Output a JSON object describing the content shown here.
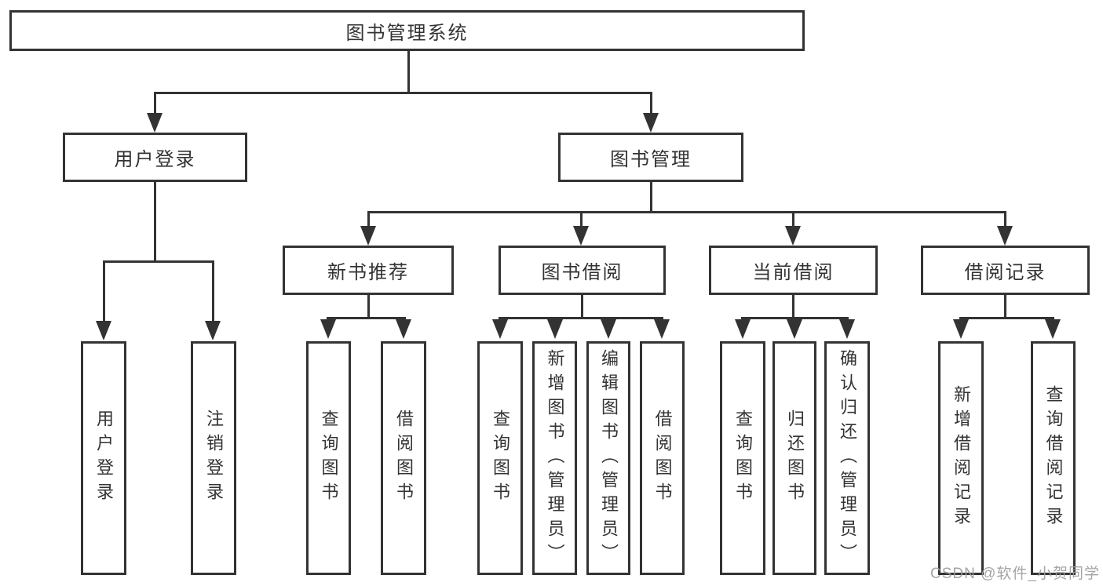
{
  "colors": {
    "line": "#333333",
    "text": "#333333",
    "bg": "#ffffff",
    "watermark": "#9e9e9e"
  },
  "watermark": "CSDN @软件_小贺同学",
  "tree": {
    "root": "图书管理系统",
    "children": [
      {
        "label": "用户登录",
        "children": [
          {
            "label": "用户登录"
          },
          {
            "label": "注销登录"
          }
        ]
      },
      {
        "label": "图书管理",
        "children": [
          {
            "label": "新书推荐",
            "children": [
              {
                "label": "查询图书"
              },
              {
                "label": "借阅图书"
              }
            ]
          },
          {
            "label": "图书借阅",
            "children": [
              {
                "label": "查询图书"
              },
              {
                "label": "新增图书（管理员）"
              },
              {
                "label": "编辑图书（管理员）"
              },
              {
                "label": "借阅图书"
              }
            ]
          },
          {
            "label": "当前借阅",
            "children": [
              {
                "label": "查询图书"
              },
              {
                "label": "归还图书"
              },
              {
                "label": "确认归还（管理员）"
              }
            ]
          },
          {
            "label": "借阅记录",
            "children": [
              {
                "label": "新增借阅记录"
              },
              {
                "label": "查询借阅记录"
              }
            ]
          }
        ]
      }
    ]
  }
}
